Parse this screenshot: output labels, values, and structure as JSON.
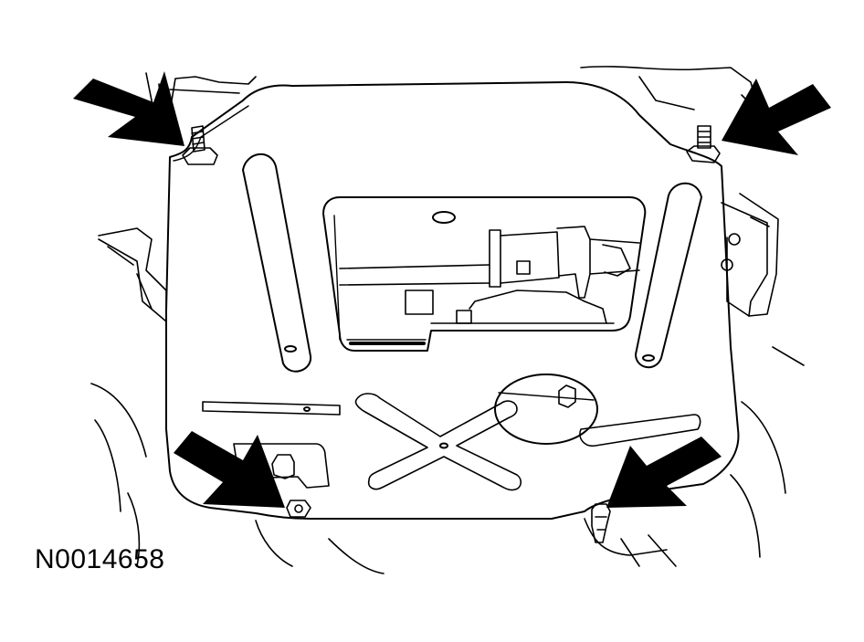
{
  "figure": {
    "id_label": "N0014658",
    "line_color": "#000000",
    "background_color": "#ffffff",
    "callout_arrow_count": 4,
    "callouts": [
      {
        "target": "upper-left-fastener",
        "icon": "arrow-icon"
      },
      {
        "target": "upper-right-fastener",
        "icon": "arrow-icon"
      },
      {
        "target": "lower-left-fastener",
        "icon": "arrow-icon"
      },
      {
        "target": "lower-right-fastener",
        "icon": "arrow-icon"
      }
    ]
  }
}
